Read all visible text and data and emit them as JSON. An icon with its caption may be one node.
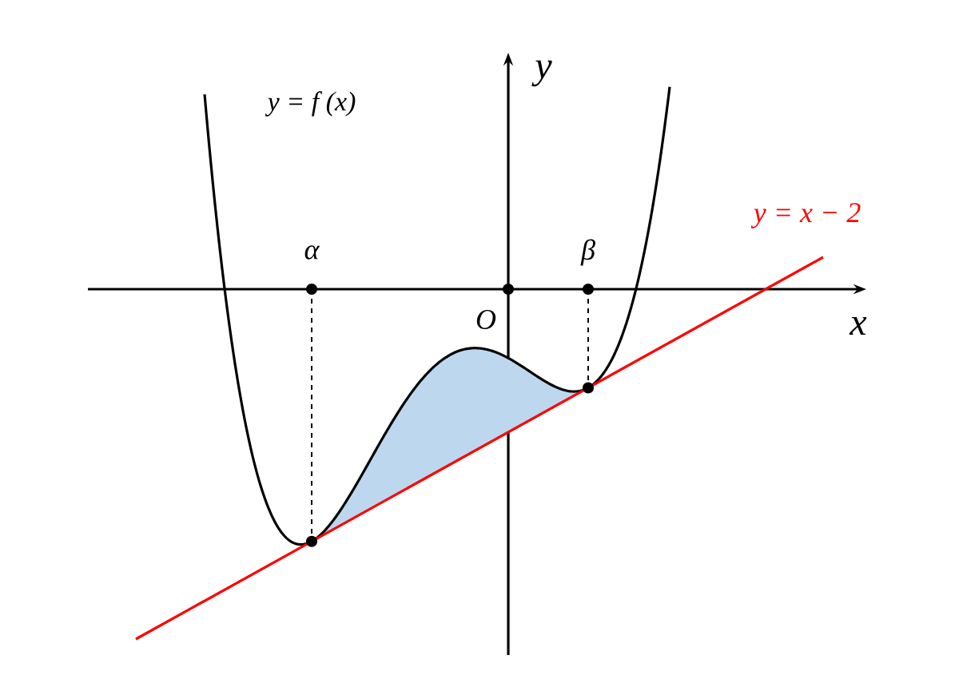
{
  "diagram": {
    "labels": [
      "y = f (x)",
      "y",
      "α",
      "β",
      "O",
      "y = x − 2",
      "x"
    ]
  }
}
